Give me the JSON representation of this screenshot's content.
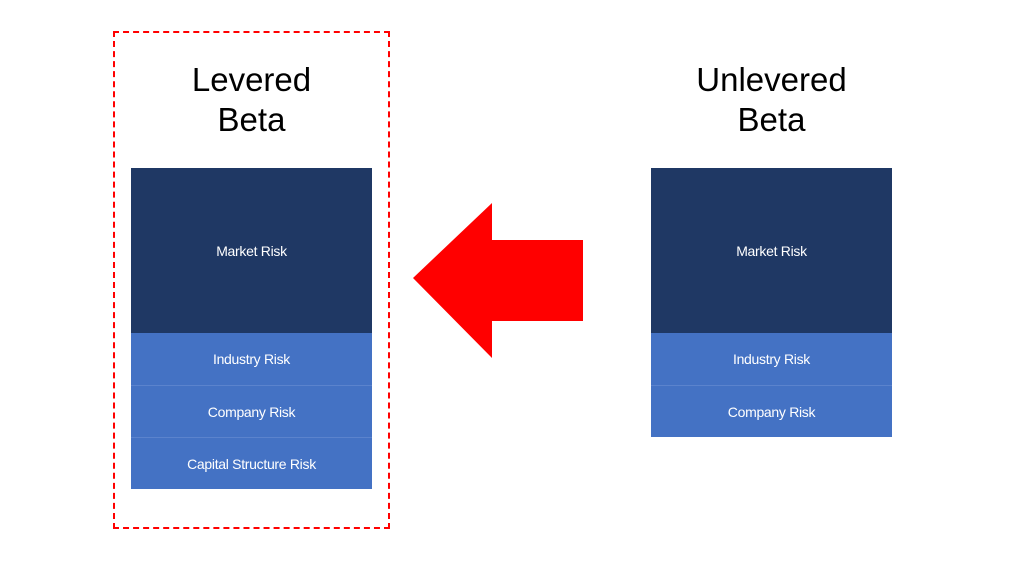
{
  "diagram": {
    "title_levered": "Levered\nBeta",
    "title_unlevered": "Unlevered\nBeta",
    "colors": {
      "market_risk": "#1F3864",
      "other_risk": "#4472C4",
      "arrow": "#FF0000",
      "highlight_border": "#FF0000",
      "label_text": "#FFFFFF",
      "title_text": "#000000",
      "background": "#FFFFFF"
    },
    "columns": [
      {
        "id": "levered",
        "title": "Levered\nBeta",
        "highlighted": true,
        "segments": [
          {
            "label": "Market Risk",
            "kind": "market"
          },
          {
            "label": "Industry Risk",
            "kind": "light"
          },
          {
            "label": "Company Risk",
            "kind": "light"
          },
          {
            "label": "Capital Structure Risk",
            "kind": "light"
          }
        ]
      },
      {
        "id": "unlevered",
        "title": "Unlevered\nBeta",
        "highlighted": false,
        "segments": [
          {
            "label": "Market Risk",
            "kind": "market"
          },
          {
            "label": "Industry Risk",
            "kind": "light"
          },
          {
            "label": "Company Risk",
            "kind": "light"
          }
        ]
      }
    ],
    "arrow": {
      "direction": "left",
      "meaning": "unlevered-to-levered"
    }
  }
}
